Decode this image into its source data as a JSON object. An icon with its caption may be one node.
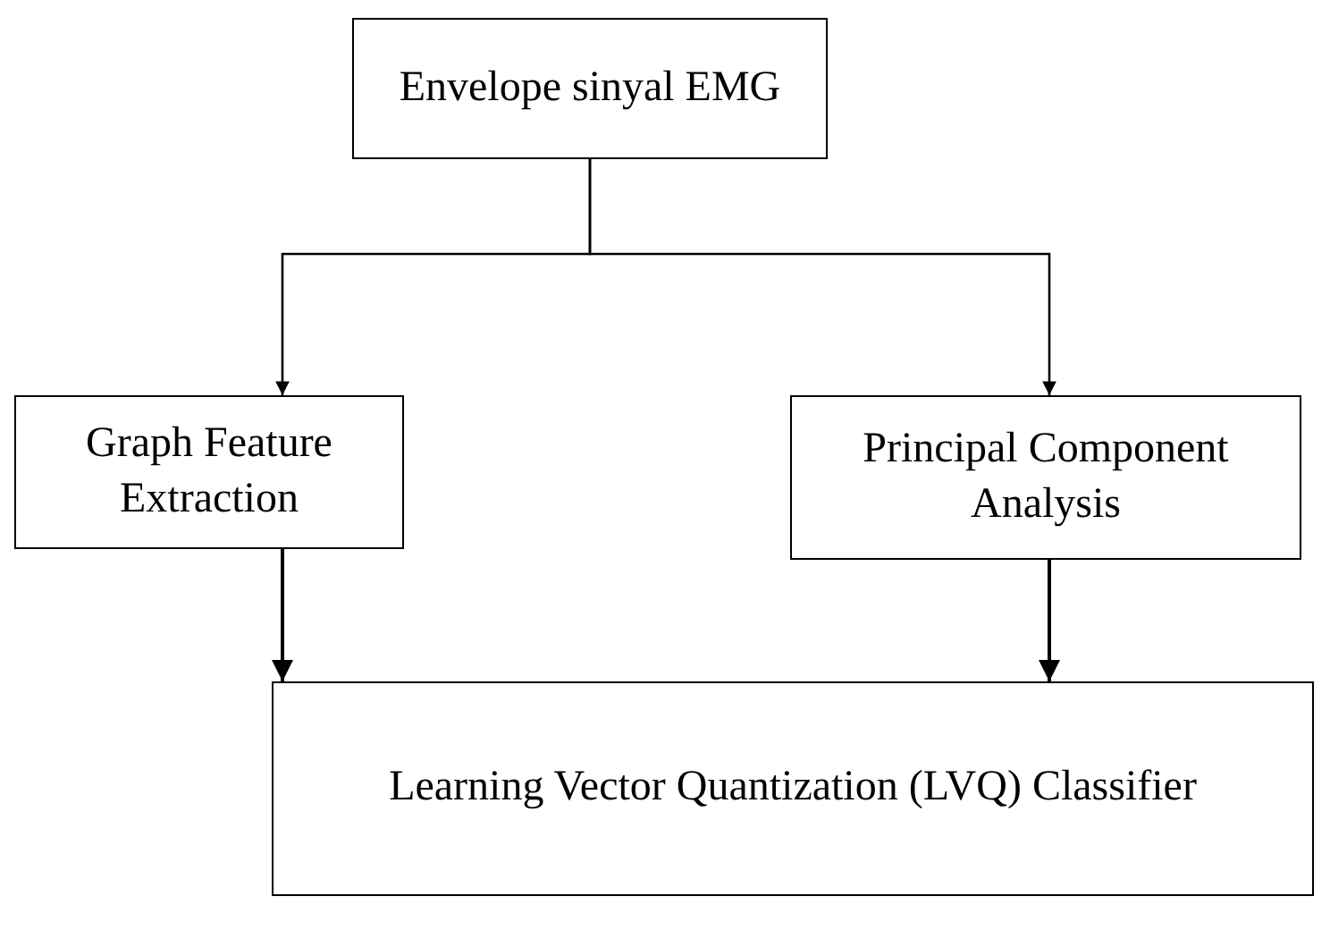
{
  "diagram": {
    "nodes": [
      {
        "text": [
          "Envelope sinyal EMG"
        ]
      },
      {
        "text": [
          "Graph Feature Extraction"
        ]
      },
      {
        "text": [
          "Principal Component Analysis"
        ]
      },
      {
        "text": [
          "Learning Vector Quantization (LVQ) Classifier"
        ]
      }
    ],
    "edges": [
      {
        "from": 0,
        "to": 1,
        "arrow": "to"
      },
      {
        "from": 0,
        "to": 2,
        "arrow": "to"
      },
      {
        "from": 1,
        "to": 3,
        "arrow": "to"
      },
      {
        "from": 2,
        "to": 3,
        "arrow": "to"
      }
    ]
  }
}
